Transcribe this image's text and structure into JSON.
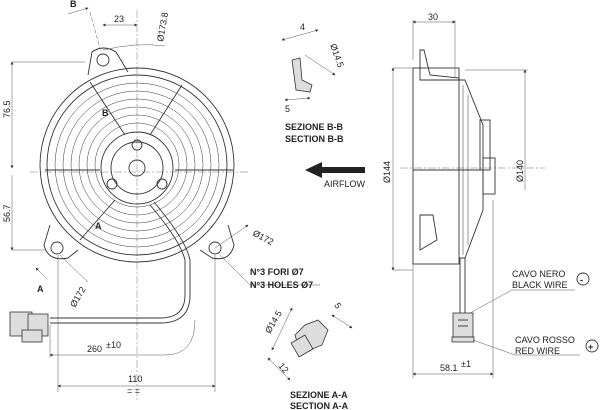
{
  "front_view": {
    "section_b_marker": "B",
    "section_b_marker_inner": "B",
    "dim_23": "23",
    "dim_outer_dia": "Ø173.8",
    "dim_76_5": "76.5",
    "dim_56_7": "56.7",
    "dim_mount_dia_right": "Ø172",
    "holes_it": "N°3 FORI Ø7",
    "holes_en": "N°3 HOLES Ø7",
    "section_a_marker": "A",
    "section_a_marker_inner": "A",
    "dim_mount_dia_left": "Ø172",
    "cable_length": "260",
    "cable_tolerance": "±10",
    "dim_110": "110",
    "symmetric_mark": "= ="
  },
  "section_bb": {
    "dim_4": "4",
    "dim_dia": "Ø14.5",
    "dim_5": "5",
    "title_it": "SEZIONE B-B",
    "title_en": "SECTION B-B"
  },
  "airflow": {
    "label": "AIRFLOW"
  },
  "side_view": {
    "dim_144": "Ø144",
    "dim_30": "30",
    "dim_140": "Ø140",
    "black_it": "CAVO NERO",
    "black_en": "BLACK WIRE",
    "black_symbol": "-",
    "red_it": "CAVO ROSSO",
    "red_en": "RED WIRE",
    "red_symbol": "+",
    "depth": "58.1",
    "depth_tolerance": "±1"
  },
  "section_aa": {
    "dim_dia": "Ø14.5",
    "dim_5": "5",
    "dim_12": "12",
    "title_it": "SEZIONE A-A",
    "title_en": "SECTION A-A"
  }
}
